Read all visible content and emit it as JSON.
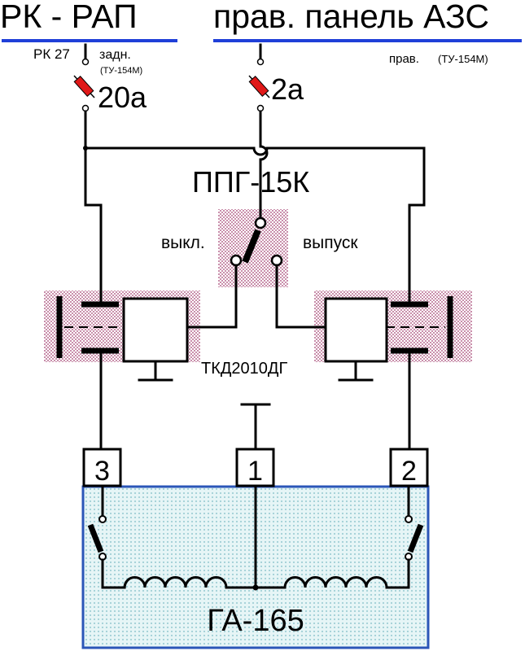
{
  "left_bus": {
    "label": "РК - РАП",
    "pin_label": "РК 27",
    "sub_label": "задн.",
    "aircraft_note": "(ТУ-154М)"
  },
  "right_bus": {
    "label": "прав. панель АЗС",
    "sub_label": "прав.",
    "aircraft_note": "(ТУ-154М)"
  },
  "fuses": {
    "left_rating": "20а",
    "right_rating": "2а"
  },
  "switch": {
    "name": "ППГ-15К",
    "off_label": "выкл.",
    "release_label": "выпуск"
  },
  "relay": {
    "name": "ТКД2010ДГ"
  },
  "terminals": {
    "left": "3",
    "center": "1",
    "right": "2"
  },
  "generator": {
    "name": "ГА-165"
  },
  "colors": {
    "bus_line": "#1f3fd8",
    "fuse": "#e01818",
    "hatch": "#d9b3c6",
    "generator_fill": "#d8eef0",
    "generator_border": "#2b56b8"
  }
}
